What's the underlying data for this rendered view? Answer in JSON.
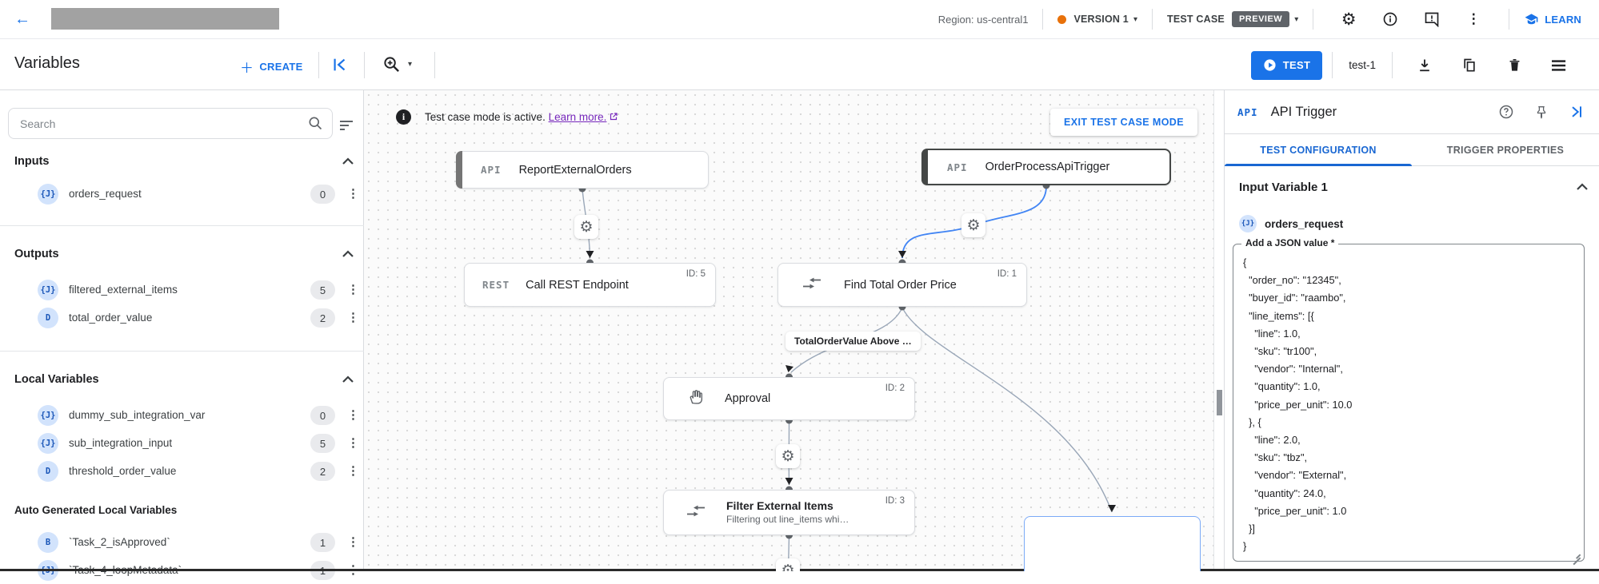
{
  "topbar": {
    "region": "Region: us-central1",
    "version": "VERSION 1",
    "test_case": "TEST CASE",
    "preview": "PREVIEW",
    "learn": "LEARN"
  },
  "toolbar": {
    "title": "Variables",
    "create": "CREATE",
    "test": "TEST",
    "test_name": "test-1"
  },
  "sidebar": {
    "search_placeholder": "Search",
    "sections": [
      {
        "title": "Inputs",
        "items": [
          {
            "icon": "{J}",
            "name": "orders_request",
            "count": "0"
          }
        ]
      },
      {
        "title": "Outputs",
        "items": [
          {
            "icon": "{J}",
            "name": "filtered_external_items",
            "count": "5"
          },
          {
            "icon": "D",
            "name": "total_order_value",
            "count": "2"
          }
        ]
      },
      {
        "title": "Local Variables",
        "items": [
          {
            "icon": "{J}",
            "name": "dummy_sub_integration_var",
            "count": "0"
          },
          {
            "icon": "{J}",
            "name": "sub_integration_input",
            "count": "5"
          },
          {
            "icon": "D",
            "name": "threshold_order_value",
            "count": "2"
          }
        ]
      },
      {
        "title": "Auto Generated Local Variables",
        "items": [
          {
            "icon": "B",
            "name": "`Task_2_isApproved`",
            "count": "1"
          },
          {
            "icon": "{J}",
            "name": "`Task_4_loopMetadata`",
            "count": "1"
          }
        ]
      }
    ]
  },
  "canvas": {
    "banner_text": "Test case mode is active.",
    "banner_link": "Learn more.",
    "exit_button": "EXIT TEST CASE MODE",
    "edge_label": "TotalOrderValue Above …",
    "nodes": {
      "report": {
        "badge": "API",
        "title": "ReportExternalOrders"
      },
      "trigger": {
        "badge": "API",
        "title": "OrderProcessApiTrigger"
      },
      "rest": {
        "badge": "REST",
        "title": "Call REST Endpoint",
        "id": "ID: 5"
      },
      "find_total": {
        "title": "Find Total Order Price",
        "id": "ID: 1"
      },
      "approval": {
        "title": "Approval",
        "id": "ID: 2"
      },
      "filter": {
        "title": "Filter External Items",
        "subtitle": "Filtering out line_items whi…",
        "id": "ID: 3"
      }
    }
  },
  "panel": {
    "badge": "API",
    "title": "API Trigger",
    "tabs": [
      "TEST CONFIGURATION",
      "TRIGGER PROPERTIES"
    ],
    "section": "Input Variable 1",
    "variable": {
      "icon": "{J}",
      "name": "orders_request"
    },
    "field_label": "Add a JSON value *",
    "json_value": "{\n  \"order_no\": \"12345\",\n  \"buyer_id\": \"raambo\",\n  \"line_items\": [{\n    \"line\": 1.0,\n    \"sku\": \"tr100\",\n    \"vendor\": \"Internal\",\n    \"quantity\": 1.0,\n    \"price_per_unit\": 10.0\n  }, {\n    \"line\": 2.0,\n    \"sku\": \"tbz\",\n    \"vendor\": \"External\",\n    \"quantity\": 24.0,\n    \"price_per_unit\": 1.0\n  }]\n}"
  },
  "colors": {
    "accent": "#1a73e8",
    "tab_active": "#1967d2",
    "version_dot": "#e8710a",
    "preview_badge_bg": "#5f6368",
    "banner_link": "#7627bb",
    "edge_active": "#4285f4",
    "edge": "#9aa7b8",
    "selected_node_border": "#444746"
  }
}
